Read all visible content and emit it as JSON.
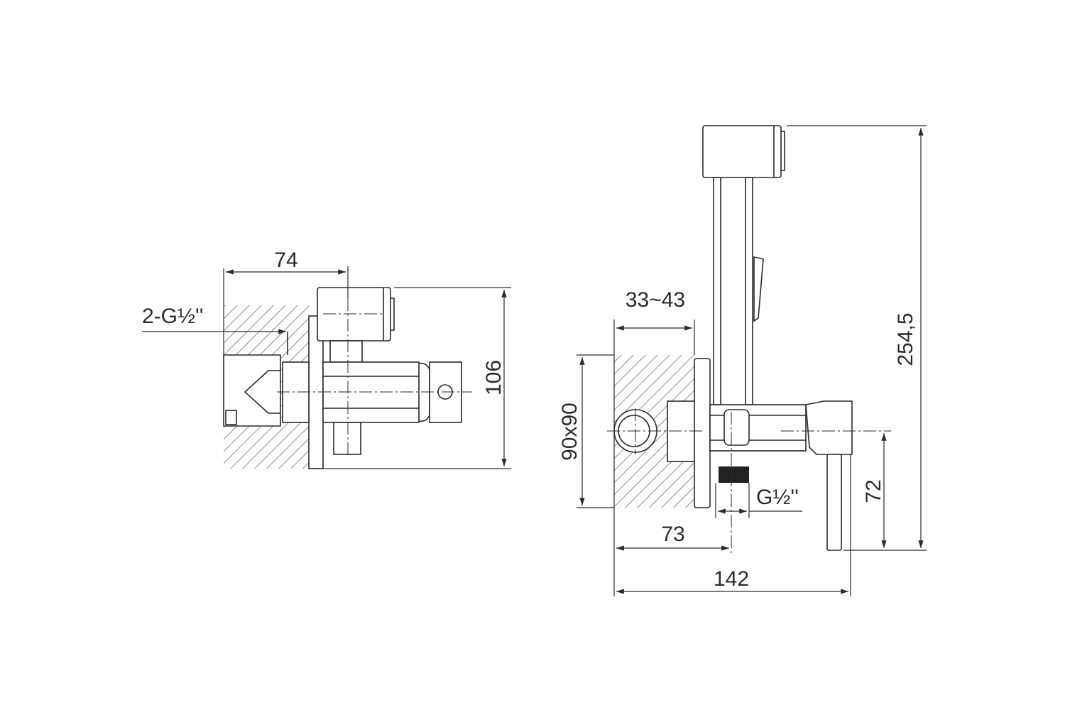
{
  "title": "Hygienic shower mixer dimension drawing",
  "side_view": {
    "dim_depth": "74",
    "dim_connection": "2-G½''",
    "dim_height": "106"
  },
  "front_view": {
    "dim_wall": "33~43",
    "dim_box": "90x90",
    "dim_outlet": "G½''",
    "dim_outlet_offset": "73",
    "dim_width": "142",
    "dim_lever": "72",
    "dim_total_height": "254,5"
  }
}
